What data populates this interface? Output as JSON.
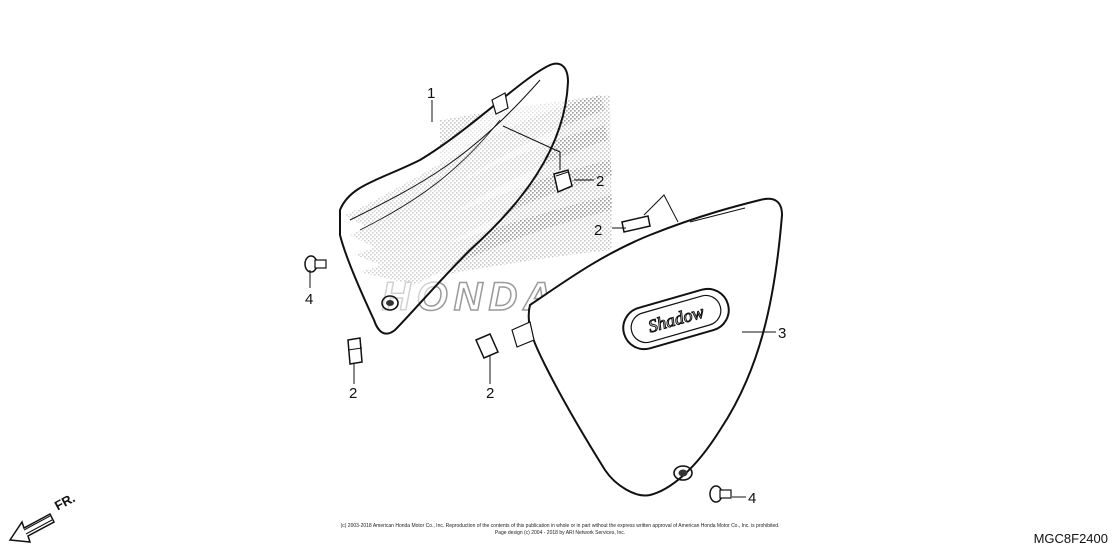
{
  "callouts": {
    "c1": "1",
    "c2a": "2",
    "c2b": "2",
    "c2c": "2",
    "c2d": "2",
    "c3": "3",
    "c4a": "4",
    "c4b": "4"
  },
  "watermark": "HONDA",
  "emblem_text": "Shadow",
  "direction_label": "FR.",
  "diagram_code": "MGC8F2400",
  "copyright_line1": "(c) 2003-2018 American Honda Motor Co., Inc. Reproduction of the contents of this publication in whole or in part without the express written approval of American Honda Motor Co., Inc. is prohibited.",
  "copyright_line2": "Page design (c) 2004 - 2018 by ARI Network Services, Inc."
}
